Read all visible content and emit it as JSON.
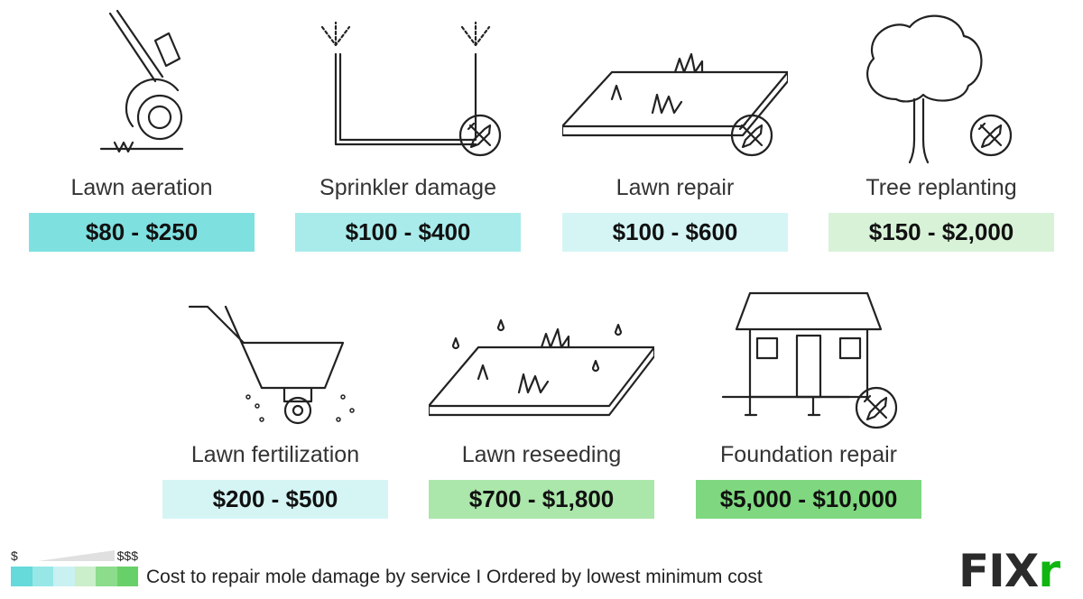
{
  "services": [
    {
      "label": "Lawn aeration",
      "price": "$80 - $250",
      "color": "#7fe0e0",
      "icon": "aerator-icon"
    },
    {
      "label": "Sprinkler damage",
      "price": "$100 - $400",
      "color": "#a9ebeb",
      "icon": "sprinkler-icon"
    },
    {
      "label": "Lawn repair",
      "price": "$100 - $600",
      "color": "#d5f5f5",
      "icon": "lawn-patch-icon"
    },
    {
      "label": "Tree replanting",
      "price": "$150 - $2,000",
      "color": "#d8f2d8",
      "icon": "tree-icon"
    },
    {
      "label": "Lawn fertilization",
      "price": "$200 - $500",
      "color": "#d5f5f5",
      "icon": "spreader-icon"
    },
    {
      "label": "Lawn reseeding",
      "price": "$700 - $1,800",
      "color": "#abe6ab",
      "icon": "reseeding-icon"
    },
    {
      "label": "Foundation repair",
      "price": "$5,000 - $10,000",
      "color": "#7fd87f",
      "icon": "house-icon"
    }
  ],
  "legend": {
    "low": "$",
    "high": "$$$",
    "colors": [
      "#66d9db",
      "#97e7e7",
      "#c9f1f2",
      "#cbeecb",
      "#8cdc8c",
      "#68d068"
    ]
  },
  "caption": "Cost to repair mole damage by service I Ordered by lowest minimum cost",
  "logo": {
    "text": "FIXr",
    "main": "FIX",
    "accent": "r"
  }
}
